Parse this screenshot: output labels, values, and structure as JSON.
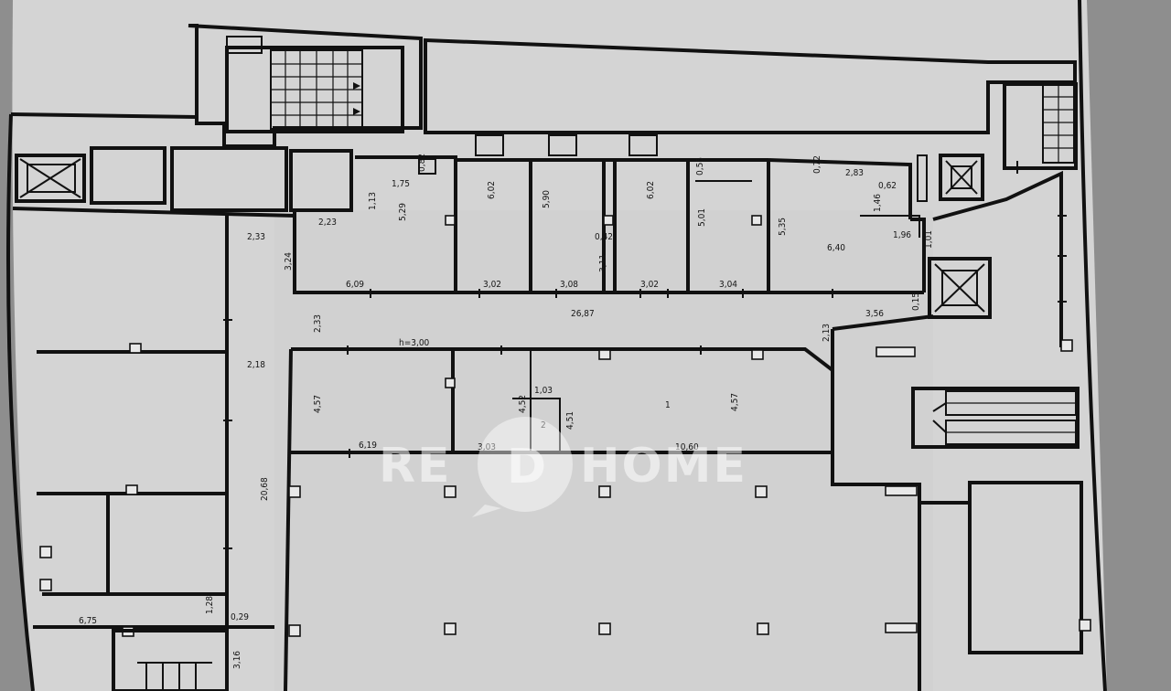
{
  "watermark": {
    "left": "RE",
    "middle": "D",
    "right": "HOME"
  },
  "room_labels": {
    "room1": "1",
    "room2": "2"
  },
  "height_label": "h=3,00",
  "dimensions": {
    "d175": "1,75",
    "d082": "0,82",
    "d529": "5,29",
    "d113": "1,13",
    "d602a": "6,02",
    "d590": "5,90",
    "d602b": "6,02",
    "d042": "0,42",
    "d311": "3,11",
    "d055": "0,55",
    "d501": "5,01",
    "d535": "5,35",
    "d072": "0,72",
    "d283": "2,83",
    "d062": "0,62",
    "d146": "1,46",
    "d640": "6,40",
    "d196": "1,96",
    "d101": "1,01",
    "d233a": "2,33",
    "d223": "2,23",
    "d324": "3,24",
    "d609": "6,09",
    "d302a": "3,02",
    "d308": "3,08",
    "d302b": "3,02",
    "d304": "3,04",
    "d2687": "26,87",
    "d356": "3,56",
    "d015": "0,15",
    "d233b": "2,33",
    "d213": "2,13",
    "d218": "2,18",
    "d457a": "4,57",
    "d103": "1,03",
    "d452": "4,52",
    "d451": "4,51",
    "d457b": "4,57",
    "d619": "6,19",
    "d303": "3,03",
    "d1060": "10,60",
    "d2068": "20,68",
    "d675": "6,75",
    "d128": "1,28",
    "d029": "0,29",
    "d316": "3,16"
  }
}
